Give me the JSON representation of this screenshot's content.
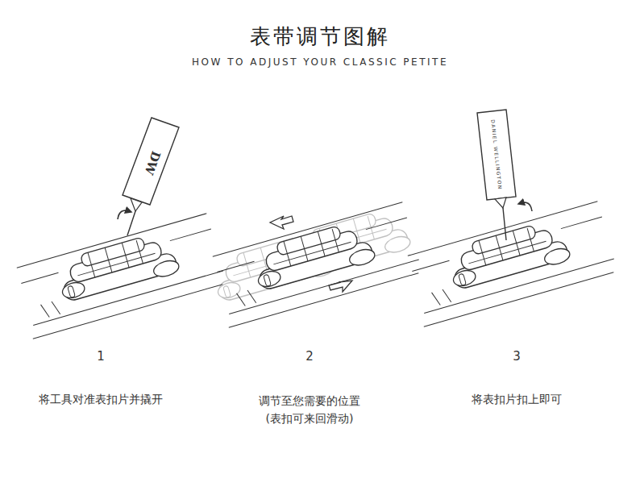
{
  "diagram": {
    "title": "表带调节图解",
    "labels": [
      "HOW TO ADJUST YOUR CLASSIC PETITE",
      "DW",
      "DANIEL WELLINGTON",
      "1",
      "将工具对准表扣片并撬开",
      "2",
      "调节至您需要的位置 (表扣可来回滑动)",
      "3",
      "将表扣片扣上即可"
    ]
  }
}
